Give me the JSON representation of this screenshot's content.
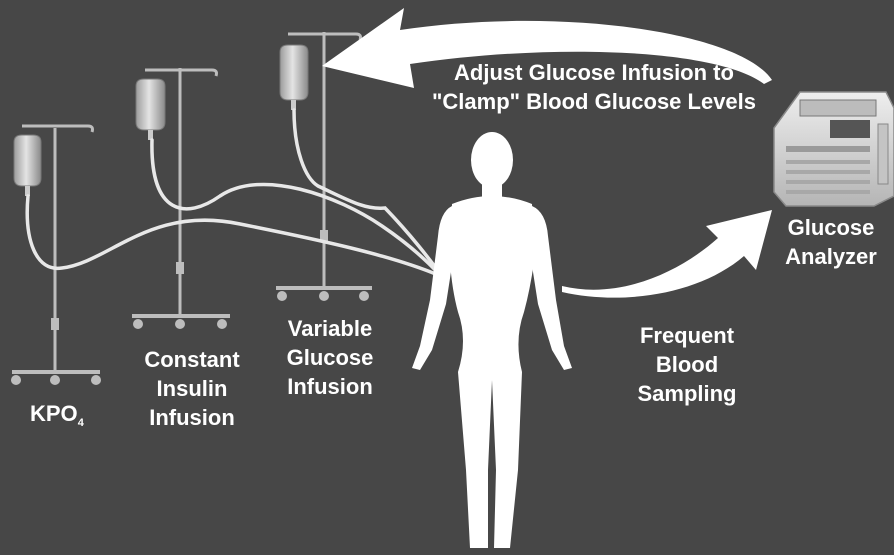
{
  "diagram": {
    "labels": {
      "kpo4": {
        "text": "KPO",
        "subscript": "4"
      },
      "constant_insulin": [
        "Constant",
        "Insulin",
        "Infusion"
      ],
      "variable_glucose": [
        "Variable",
        "Glucose",
        "Infusion"
      ],
      "adjust": [
        "Adjust Glucose Infusion to",
        "\"Clamp\" Blood Glucose Levels"
      ],
      "glucose_analyzer": [
        "Glucose",
        "Analyzer"
      ],
      "frequent_sampling": [
        "Frequent",
        "Blood",
        "Sampling"
      ]
    },
    "colors": {
      "background": "#474747",
      "arrow": "#ffffff",
      "tubing": "#e8e8e8",
      "body": "#ffffff",
      "iv_pole": "#bdbdbd",
      "iv_bag": "#c8c8c8",
      "analyzer": "#d9d9d9"
    },
    "icons": [
      "iv-bag-icon",
      "iv-pole-icon",
      "human-body-icon",
      "glucose-analyzer-icon",
      "curved-arrow-icon"
    ]
  }
}
